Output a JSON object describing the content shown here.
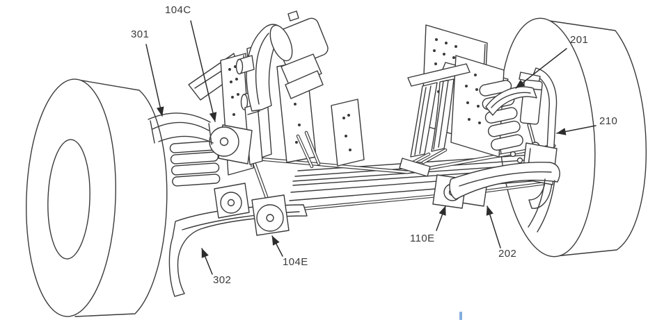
{
  "figure": {
    "kind": "patent-style line drawing",
    "subject": "vehicle axle and twin-wheel suspension assembly, isometric view",
    "colors": {
      "line": "#3a3a3a",
      "background": "#ffffff",
      "stray_mark_blue": "#6f9fd8"
    },
    "callouts": [
      {
        "ref": "104C"
      },
      {
        "ref": "301"
      },
      {
        "ref": "201"
      },
      {
        "ref": "210"
      },
      {
        "ref": "110E"
      },
      {
        "ref": "202"
      },
      {
        "ref": "104E"
      },
      {
        "ref": "302"
      }
    ],
    "parts": [
      "left-wheel",
      "right-wheel",
      "axle-beams",
      "tie-rod",
      "left-coil-spring",
      "right-coil-spring",
      "shock-absorber",
      "mounting-plates",
      "upper-control-arm",
      "lower-control-arms",
      "pivot-bushings",
      "actuator-motor"
    ]
  }
}
